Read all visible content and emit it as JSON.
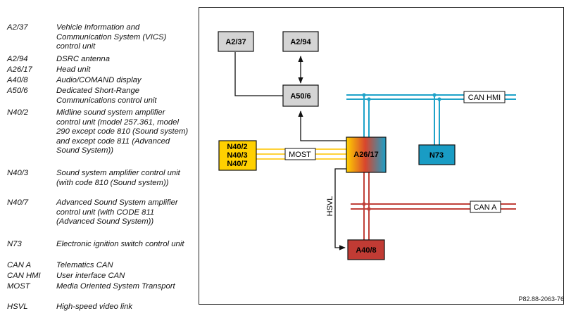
{
  "legend": [
    {
      "abbr": "A2/37",
      "desc": "Vehicle Information and Communication System (VICS) control unit"
    },
    {
      "abbr": "A2/94",
      "desc": "DSRC antenna"
    },
    {
      "abbr": "A26/17",
      "desc": "Head unit"
    },
    {
      "abbr": "A40/8",
      "desc": "Audio/COMAND display"
    },
    {
      "abbr": "A50/6",
      "desc": "Dedicated Short-Range Communications control unit"
    },
    {
      "abbr": "N40/2",
      "desc": "Midline sound system amplifier control unit (model 257.361, model 290 except code 810 (Sound system) and except code 811 (Advanced Sound System))"
    },
    {
      "abbr": "N40/3",
      "desc": "Sound system amplifier control unit (with code 810 (Sound system))"
    },
    {
      "abbr": "N40/7",
      "desc": "Advanced Sound System amplifier control unit (with CODE 811 (Advanced Sound System))"
    },
    {
      "abbr": "N73",
      "desc": "Electronic ignition switch control unit"
    },
    {
      "abbr": "CAN A",
      "desc": "Telematics CAN"
    },
    {
      "abbr": "CAN HMI",
      "desc": "User interface CAN"
    },
    {
      "abbr": "MOST",
      "desc": "Media Oriented System Transport"
    },
    {
      "abbr": "HSVL",
      "desc": "High-speed video link"
    }
  ],
  "diagram": {
    "nodes": {
      "a2_37": "A2/37",
      "a2_94": "A2/94",
      "a50_6": "A50/6",
      "n40_2": "N40/2",
      "n40_3": "N40/3",
      "n40_7": "N40/7",
      "a26_17": "A26/17",
      "n73": "N73",
      "a40_8": "A40/8"
    },
    "buses": {
      "can_hmi": "CAN HMI",
      "most": "MOST",
      "can_a": "CAN A",
      "hsvl": "HSVL"
    },
    "colors": {
      "gray_box": "#d4d4d4",
      "amplifier": "#ffd000",
      "can_hmi": "#1fa3c9",
      "n73": "#199cc4",
      "can_a": "#c0413a",
      "a40_8": "#c13b34",
      "most": "#ffd23a"
    }
  },
  "reference": "P82.88-2063-76"
}
